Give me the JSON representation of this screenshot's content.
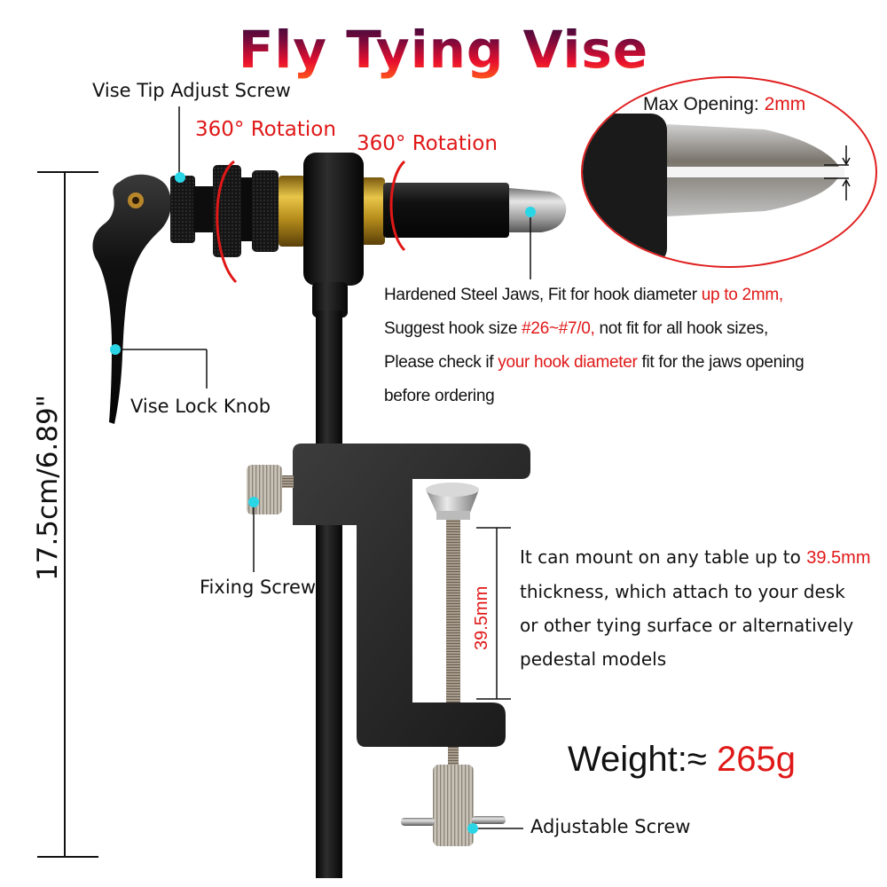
{
  "title": "Fly Tying Vise",
  "labels": {
    "vise_tip_adjust_screw": "Vise Tip Adjust Screw",
    "rotation_1": "360° Rotation",
    "rotation_2": "360° Rotation",
    "vise_lock_knob": "Vise Lock Knob",
    "fixing_screw": "Fixing Screw",
    "adjustable_screw": "Adjustable Screw"
  },
  "zoom_inset": {
    "label": "Max Opening: ",
    "value": "2mm"
  },
  "jaws_description": {
    "line1_a": "Hardened Steel Jaws, Fit for hook diameter ",
    "line1_b": "up to 2mm,",
    "line2_a": "Suggest hook size ",
    "line2_b": "#26~#7/0,",
    "line2_c": " not fit for all hook sizes,",
    "line3_a": "Please check if ",
    "line3_b": "your hook diameter",
    "line3_c": " fit for the jaws opening",
    "line4": "before ordering"
  },
  "mount_description": {
    "line1_a": "It can mount on any table up to ",
    "line1_b": "39.5mm",
    "line2": "thickness, which attach to your desk",
    "line3": "or other tying surface or alternatively",
    "line4": "pedestal models"
  },
  "dimensions": {
    "height": "17.5cm/6.89\"",
    "clamp_opening": "39.5mm"
  },
  "weight": {
    "label": "Weight:≈ ",
    "value": "265g"
  },
  "colors": {
    "accent_red": "#e01818",
    "marker_cyan": "#2ad6e6",
    "vise_black": "#141414",
    "brass": "#c9a227",
    "steel": "#b8b8b8"
  }
}
